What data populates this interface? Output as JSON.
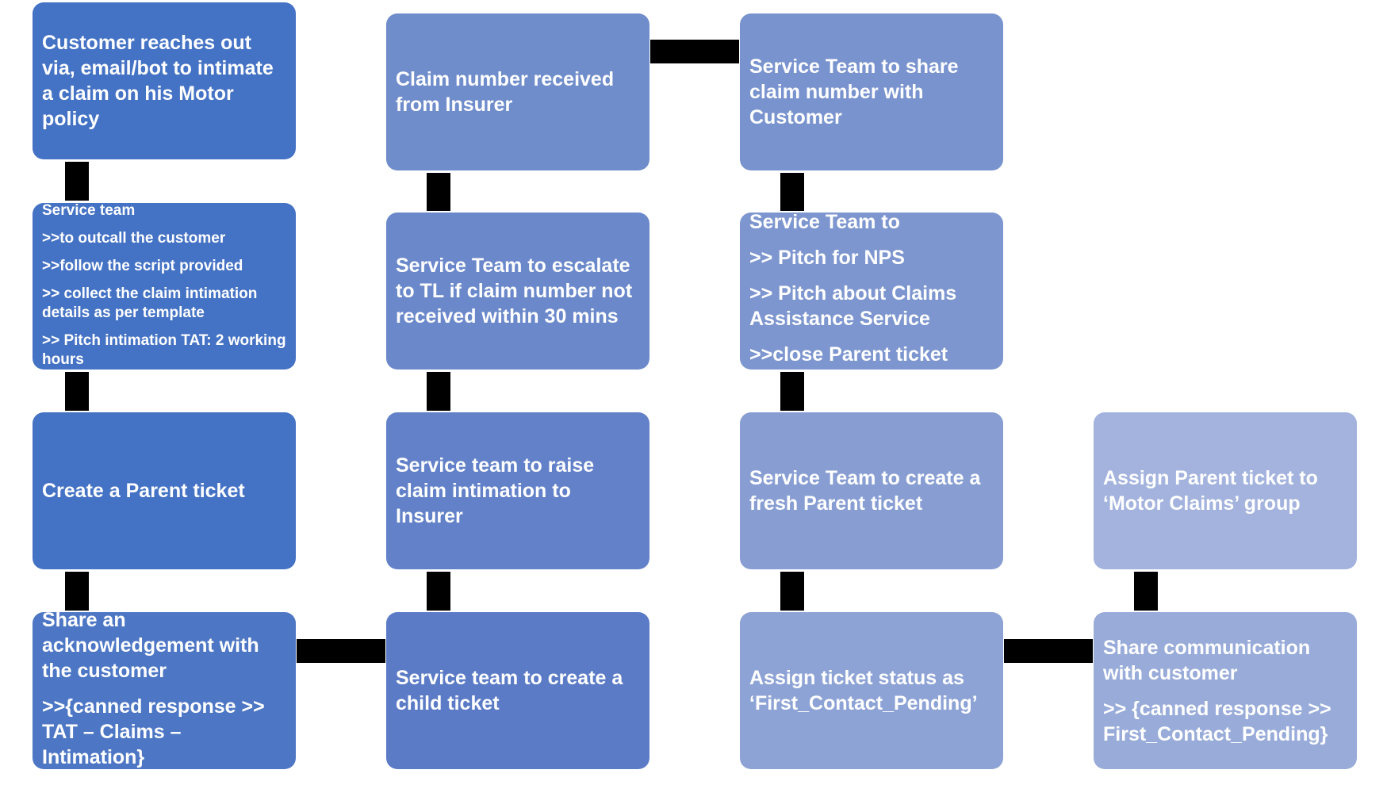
{
  "colors": {
    "col1": "#4472C4",
    "col2_dark": "#5B7BC6",
    "col2_light": "#6F8CCB",
    "col3": "#7F96CF",
    "col3_light": "#8FA3D6",
    "col4": "#A3B3DD",
    "connector": "#000000"
  },
  "boxes": {
    "customer_reaches_out": "Customer reaches out via, email/bot to intimate a claim on his Motor policy",
    "service_team_outcall": {
      "title": "Service team",
      "items": [
        ">>to outcall the customer",
        ">>follow the script provided",
        ">> collect the claim intimation details as per template",
        ">> Pitch intimation TAT: 2 working hours"
      ]
    },
    "create_parent_ticket": "Create a Parent ticket",
    "share_acknowledgement": {
      "title": "Share an acknowledgement with the customer",
      "items": [
        ">>{canned response >> TAT – Claims – Intimation}"
      ]
    },
    "claim_number_received": "Claim number received from Insurer",
    "escalate_to_tl": "Service Team to escalate to TL if claim number not received within 30 mins",
    "raise_claim_intimation": "Service team to raise claim intimation to Insurer",
    "create_child_ticket": "Service team to create a child ticket",
    "share_claim_number": "Service Team to share claim number with Customer",
    "pitch_nps": {
      "title": "Service Team to",
      "items": [
        ">> Pitch for NPS",
        ">> Pitch about Claims Assistance Service",
        ">>close Parent ticket"
      ]
    },
    "create_fresh_parent": "Service Team to create a fresh Parent ticket",
    "assign_first_contact": "Assign ticket status as ‘First_Contact_Pending’",
    "assign_motor_claims": "Assign Parent ticket to ‘Motor Claims’ group",
    "share_communication": {
      "title": "Share communication with customer",
      "items": [
        ">> {canned response >> First_Contact_Pending}"
      ]
    }
  }
}
